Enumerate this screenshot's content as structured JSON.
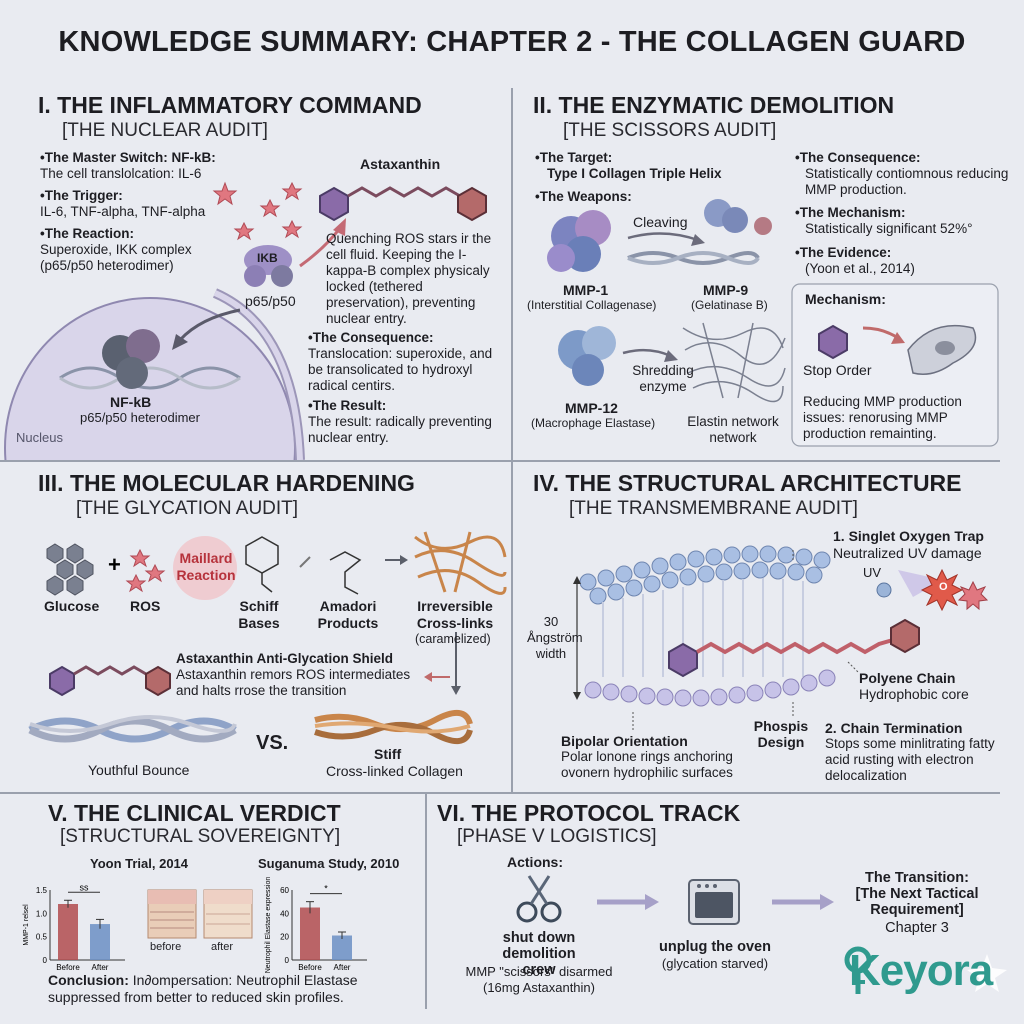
{
  "title": "KNOWLEDGE SUMMARY: CHAPTER 2 - THE COLLAGEN GUARD",
  "s1": {
    "title": "I. THE INFLAMMATORY COMMAND",
    "subtitle": "[THE NUCLEAR AUDIT]",
    "b1_head": "The Master Switch: NF-kB:",
    "b1_text": "The cell translolcation: IL-6",
    "b2_head": "The Trigger:",
    "b2_text": "IL-6, TNF-alpha, TNF-alpha",
    "b3_head": "The Reaction:",
    "b3_text": "Superoxide, IKK complex (p65/p50 heterodimer)",
    "astaxanthin": "Astaxanthin",
    "ikb": "IKB",
    "p65": "p65/p50",
    "quench": "Quenching ROS stars ir the cell fluid. Keeping the I-kappa-B complex physicaly locked (tethered preservation), preventing nuclear entry.",
    "b4_head": "The Consequence:",
    "b4_text": "Translocation: superoxide, and be transolicated to hydroxyl radical centirs.",
    "b5_head": "The Result:",
    "b5_text": "The result: radically preventing nuclear entry.",
    "nfkb": "NF-kB",
    "nfkb_sub": "p65/p50 heterodimer",
    "nucleus": "Nucleus"
  },
  "s2": {
    "title": "II. THE ENZYMATIC DEMOLITION",
    "subtitle": "[THE SCISSORS AUDIT]",
    "target_head": "The Target:",
    "target_text": "Type I Collagen Triple Helix",
    "weapons_head": "The Weapons:",
    "cleaving": "Cleaving",
    "mmp1": "MMP-1",
    "mmp1_sub": "(Interstitial Collagenase)",
    "mmp9": "MMP-9",
    "mmp9_sub": "(Gelatinase B)",
    "shredding": "Shredding enzyme",
    "mmp12": "MMP-12",
    "mmp12_sub": "(Macrophage Elastase)",
    "elastin": "Elastin network network",
    "cons_head": "The Consequence:",
    "cons_text": "Statistically contiomnous reducing MMP production.",
    "mech_head": "The Mechanism:",
    "mech_text": "Statistically significant 52%°",
    "evid_head": "The Evidence:",
    "evid_text": "(Yoon et al., 2014)",
    "box_title": "Mechanism:",
    "stop": "Stop Order",
    "box_text": "Reducing MMP production issues: renorusing MMP production remainting."
  },
  "s3": {
    "title": "III. THE MOLECULAR HARDENING",
    "subtitle": "[THE GLYCATION AUDIT]",
    "maillard": "Maillard Reaction",
    "glucose": "Glucose",
    "ros": "ROS",
    "schiff": "Schiff Bases",
    "amadori": "Amadori Products",
    "irrev": "Irreversible Cross-links",
    "caramel": "(caramelized)",
    "shield_head": "Astaxanthin Anti-Glycation Shield",
    "shield_text": "Astaxanthin remors ROS intermediates and halts rrose the transition",
    "vs": "VS.",
    "youthful": "Youthful Bounce",
    "stiff": "Stiff",
    "crosslinked": "Cross-linked Collagen"
  },
  "s4": {
    "title": "IV. THE STRUCTURAL ARCHITECTURE",
    "subtitle": "[THE TRANSMEMBRANE AUDIT]",
    "singlet_head": "1. Singlet Oxygen Trap",
    "singlet_text": "Neutralized UV damage",
    "uv": "UV",
    "o": "O",
    "width": "30 Ångström width",
    "polyene_head": "Polyene Chain",
    "polyene_text": "Hydrophobic core",
    "phospis": "Phospis Design",
    "bipolar_head": "Bipolar Orientation",
    "bipolar_text": "Polar lonone rings anchoring ovonern hydrophilic surfaces",
    "chain_head": "2. Chain Termination",
    "chain_text": "Stops some minlitrating fatty acid rusting with electron delocalization"
  },
  "s5": {
    "title": "V. THE CLINICAL VERDICT",
    "subtitle": "[STRUCTURAL SOVEREIGNTY]",
    "yoon": "Yoon Trial, 2014",
    "suganuma": "Suganuma Study, 2010",
    "before_lower": "before",
    "after_lower": "after",
    "conclusion_head": "Conclusion:",
    "conclusion_text": "In∂ompersation: Neutrophil Elastase suppressed from better to reduced skin profiles."
  },
  "s6": {
    "title": "VI. THE PROTOCOL TRACK",
    "subtitle": "[PHASE V LOGISTICS]",
    "actions": "Actions:",
    "shut_head": "shut down demolition crew",
    "shut_text": "MMP \"scissors\" disarmed (16mg Astaxanthin)",
    "oven_head": "unplug the oven",
    "oven_text": "(glycation starved)",
    "trans1": "The Transition:",
    "trans2": "[The Next Tactical Requirement]",
    "trans3": "Chapter 3",
    "logo": "Keyora"
  },
  "chart_data": [
    {
      "type": "bar",
      "title": "Yoon Trial, 2014",
      "categories": [
        "Before",
        "After"
      ],
      "values": [
        1.2,
        0.77
      ],
      "errors": [
        0.08,
        0.1
      ],
      "ylabel": "MMP-1 relsel",
      "ylim": [
        0,
        1.5
      ],
      "yticks": [
        "0",
        "0.5",
        "1.0",
        "1.5"
      ],
      "significance": "ss",
      "colors": [
        "#b24c4f",
        "#6b8fc4"
      ]
    },
    {
      "type": "bar",
      "title": "Suganuma Study, 2010",
      "categories": [
        "Before",
        "After"
      ],
      "values": [
        45,
        21
      ],
      "errors": [
        5,
        3
      ],
      "ylabel": "Neutrophil Elastase expression",
      "ylim": [
        0,
        60
      ],
      "yticks": [
        "0",
        "20",
        "40",
        "60"
      ],
      "significance": "*",
      "colors": [
        "#b24c4f",
        "#6b8fc4"
      ]
    }
  ]
}
